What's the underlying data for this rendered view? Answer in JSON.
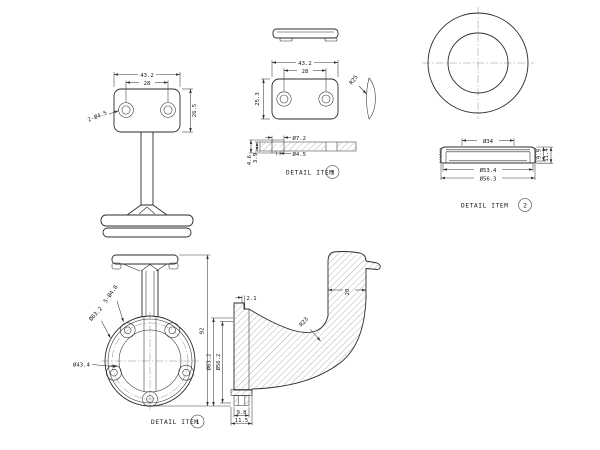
{
  "details": {
    "item1": {
      "label": "DETAIL ITEM",
      "number": "1"
    },
    "item2": {
      "label": "DETAIL ITEM",
      "number": "2"
    },
    "item3": {
      "label": "DETAIL ITEM",
      "number": "3"
    }
  },
  "views": {
    "top_plate": {
      "width": "43.2",
      "hole_spacing": "28",
      "depth": "26.5",
      "holes": "2-Ø4.5"
    },
    "cover_plate": {
      "width": "43.2",
      "hole_spacing": "28",
      "depth": "25.3",
      "radius": "R25"
    },
    "cover_section": {
      "counterbore": "Ø7.2",
      "hole": "Ø4.5",
      "thickness": "3.9",
      "boss_height": "4.6"
    },
    "rosette_section": {
      "inner_dia": "Ø34",
      "mid_dia": "Ø53.4",
      "outer_dia": "Ø56.3",
      "depth1": "9.9",
      "depth2": "11.4"
    },
    "bracket_front": {
      "holes": "5-Ø4.8",
      "outer_dia": "Ø63.2",
      "inner_dia": "Ø43.4",
      "height": "92"
    },
    "bracket_section": {
      "step": "2.1",
      "column_width": "20",
      "radius": "R23",
      "outer_dia": "Ø63.2",
      "mid_dia": "Ø56.2",
      "foot1": "9.8",
      "foot2": "11.5"
    }
  }
}
